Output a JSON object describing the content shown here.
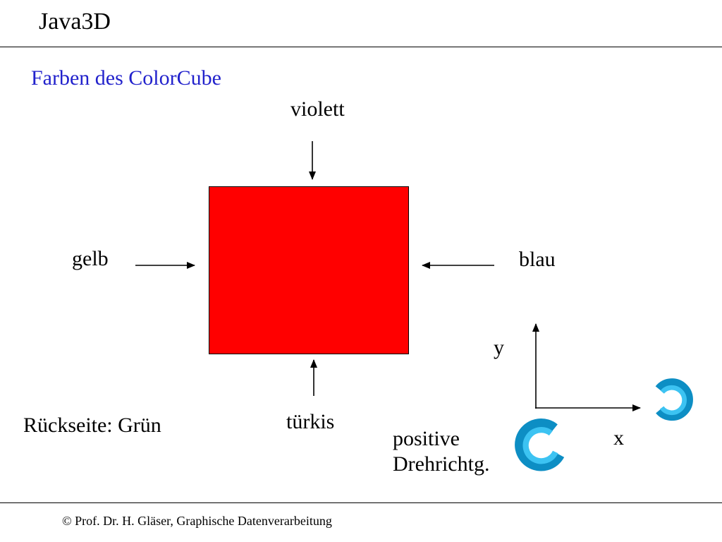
{
  "slide": {
    "title": "Java3D",
    "heading": "Farben des ColorCube",
    "cube_labels": {
      "top": "violett",
      "left": "gelb",
      "right": "blau",
      "bottom": "türkis"
    },
    "back_note": "Rückseite: Grün",
    "axis": {
      "x_label": "x",
      "y_label": "y"
    },
    "rotation_caption": {
      "line1": "positive",
      "line2": "Drehrichtg."
    },
    "footer": "© Prof. Dr. H. Gläser, Graphische Datenverarbeitung",
    "colors": {
      "heading": "#2222cc",
      "cube_front": "#ff0000",
      "arrow": "#000000",
      "ribbon_dark": "#0d8ec4",
      "ribbon_light": "#3cc3f2"
    },
    "icons": {
      "rotation": "rotation-ribbon-icon"
    }
  }
}
